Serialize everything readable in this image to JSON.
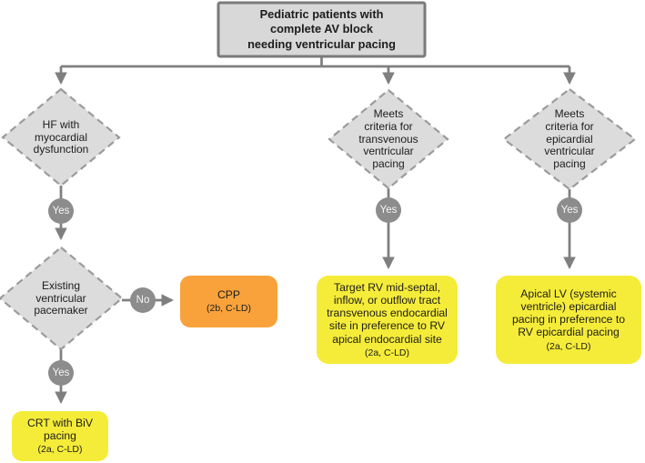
{
  "figure": {
    "title": "Pediatric patients with\ncomplete AV block\nneeding ventricular pacing"
  },
  "decisions": [
    {
      "id": "hf-myocardial-dysfunction",
      "text": "HF with\nmyocardial\ndysfunction"
    },
    {
      "id": "existing-ventricular-pacemaker",
      "text": "Existing\nventricular\npacemaker"
    },
    {
      "id": "transvenous-criteria",
      "text": "Meets\ncriteria for\ntransvenous\nventricular\npacing"
    },
    {
      "id": "epicardial-criteria",
      "text": "Meets\ncriteria for\nepicardial\nventricular\npacing"
    }
  ],
  "outcomes": [
    {
      "id": "cpp",
      "text": "CPP",
      "class_label": "(2b, C-LD)",
      "color": "#f9a23c"
    },
    {
      "id": "crt-biv",
      "text": "CRT with BiV\npacing",
      "class_label": "(2a, C-LD)",
      "color": "#f5ec39"
    },
    {
      "id": "rv-site",
      "text": "Target RV mid-septal,\ninflow, or outflow tract\ntransvenous endocardial\nsite in preference to RV\napical endocardial site",
      "class_label": "(2a, C-LD)",
      "color": "#f5ec39"
    },
    {
      "id": "lv-epicardial",
      "text": "Apical LV (systemic\nventricle) epicardial\npacing in preference to\nRV epicardial pacing",
      "class_label": "(2a, C-LD)",
      "color": "#f5ec39"
    }
  ],
  "labels": {
    "yes": "Yes",
    "no": "No"
  },
  "colors": {
    "line": "#7f7f7f",
    "circle": "#8c8c8c",
    "decision_fill": "#dcdcdc",
    "decision_border": "#9b9b9b",
    "title_fill": "#d8d8d8",
    "title_border": "#7a7a7a",
    "outcome_yellow": "#f5ec39",
    "outcome_orange": "#f9a23c",
    "background": "#ffffff"
  }
}
